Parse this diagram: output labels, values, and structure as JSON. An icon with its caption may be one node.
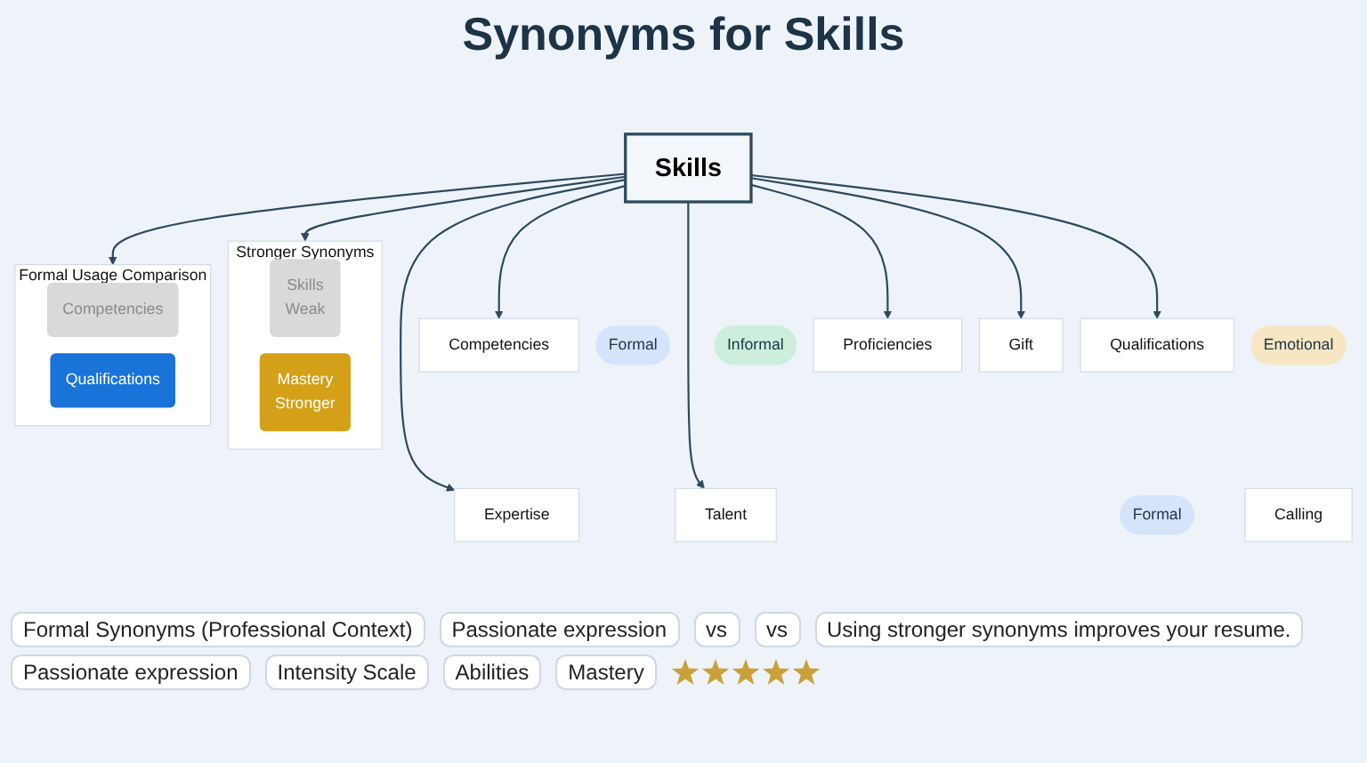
{
  "diagram": {
    "title": "Synonyms for Skills",
    "nodes": [
      {
        "text": [
          "Formal"
        ]
      },
      {
        "text": [
          "Expertise"
        ]
      },
      {
        "text": [
          "Competencies"
        ]
      },
      {
        "text": [
          "Informal"
        ]
      },
      {
        "text": [
          "Talent"
        ]
      },
      {
        "text": [
          "Emotional"
        ]
      },
      {
        "text": [
          "Calling"
        ]
      },
      {
        "text": [
          "Stronger Synonyms"
        ]
      },
      {
        "text": [
          "Skills",
          "Weak"
        ],
        "in": 7
      },
      {
        "text": [
          "Mastery",
          "Stronger"
        ],
        "in": 7
      },
      {
        "text": [
          "Skills"
        ]
      },
      {
        "text": [
          "Formal Usage Comparison"
        ]
      },
      {
        "text": [
          "Competencies"
        ],
        "in": 11
      },
      {
        "text": [
          "Qualifications"
        ],
        "in": 11
      },
      {
        "text": [
          "Formal"
        ]
      },
      {
        "text": [
          "Qualifications"
        ]
      },
      {
        "text": [
          "Proficiencies"
        ]
      },
      {
        "text": [
          "Gift"
        ]
      }
    ],
    "edges": [
      {
        "from": 10,
        "to": 1,
        "arrow": "to"
      },
      {
        "from": 10,
        "to": 2,
        "arrow": "to"
      },
      {
        "from": 10,
        "to": 4,
        "arrow": "to"
      },
      {
        "from": 10,
        "to": 7,
        "arrow": "to"
      },
      {
        "from": 10,
        "to": 11,
        "arrow": "to"
      },
      {
        "from": 10,
        "to": 15,
        "arrow": "to"
      },
      {
        "from": 10,
        "to": 16,
        "arrow": "to"
      },
      {
        "from": 10,
        "to": 17,
        "arrow": "to"
      }
    ],
    "labels": [
      "Formal Synonyms (Professional Context)",
      "Passionate expression",
      "vs",
      "vs",
      "Using stronger synonyms improves your resume.",
      "Passionate expression",
      "Intensity Scale",
      "Abilities",
      "Mastery"
    ]
  }
}
